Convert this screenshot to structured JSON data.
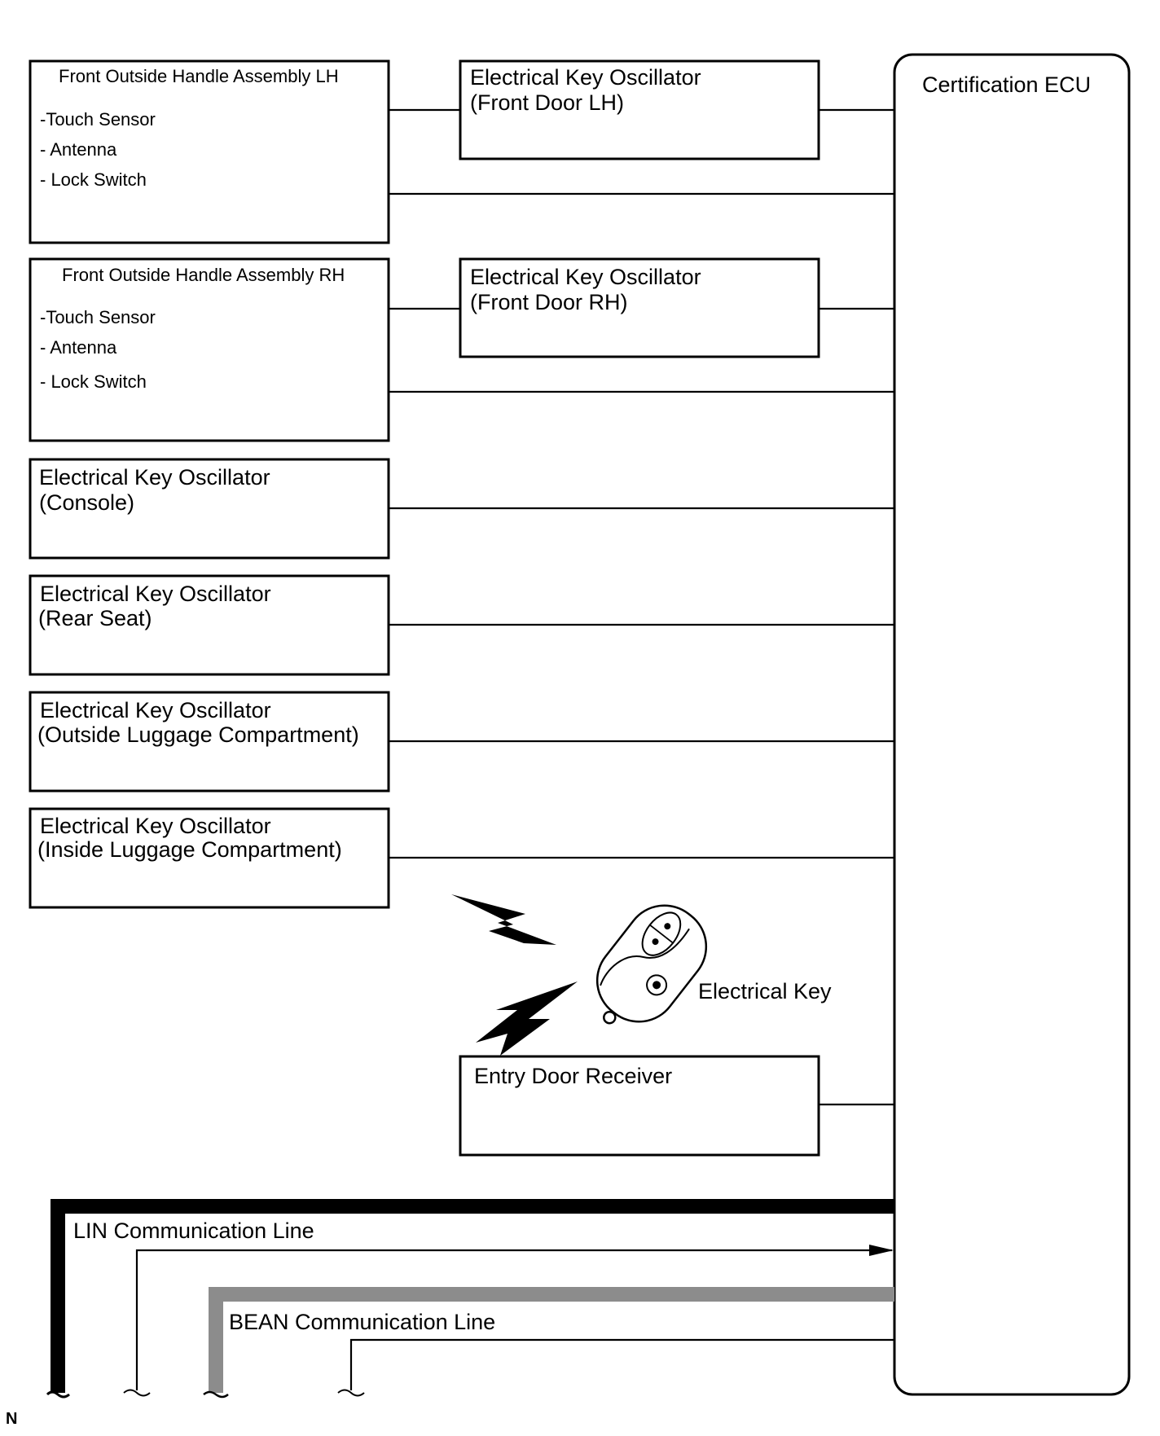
{
  "ecu": {
    "title": "Certification ECU"
  },
  "handles": [
    {
      "title": "Front Outside Handle Assembly LH",
      "items": [
        "-Touch Sensor",
        "- Antenna",
        "- Lock Switch"
      ]
    },
    {
      "title": "Front Outside Handle Assembly RH",
      "items": [
        "-Touch Sensor",
        "- Antenna",
        "- Lock Switch"
      ]
    }
  ],
  "oscillators_door": [
    {
      "line1": "Electrical Key Oscillator",
      "line2": "(Front Door LH)"
    },
    {
      "line1": "Electrical Key Oscillator",
      "line2": "(Front Door RH)"
    }
  ],
  "oscillators_left": [
    {
      "line1": "Electrical Key Oscillator",
      "line2": "(Console)"
    },
    {
      "line1": "Electrical Key Oscillator",
      "line2": "(Rear Seat)"
    },
    {
      "line1": "Electrical Key Oscillator",
      "line2": "(Outside Luggage Compartment)"
    },
    {
      "line1": "Electrical Key Oscillator",
      "line2": "(Inside Luggage Compartment)"
    }
  ],
  "electrical_key": {
    "label": "Electrical Key"
  },
  "receiver": {
    "label": "Entry Door Receiver"
  },
  "lin_line": {
    "label": "LIN Communication Line",
    "color": "#000000"
  },
  "bean_line": {
    "label": "BEAN Communication Line",
    "color": "#8c8c8c"
  },
  "footer": {
    "code": "N"
  }
}
